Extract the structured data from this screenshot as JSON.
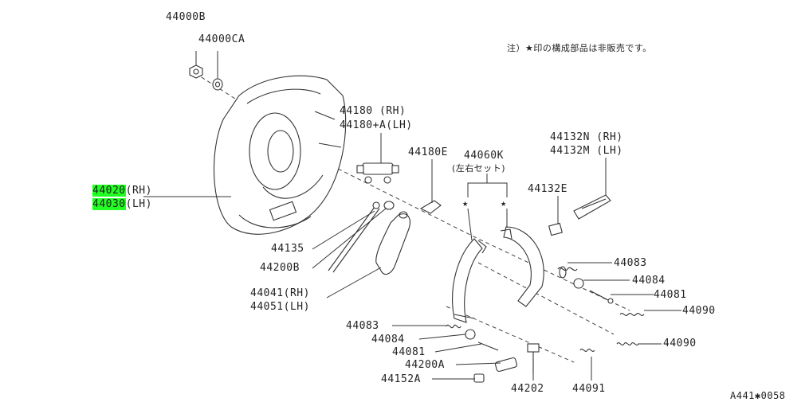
{
  "note": "注）★印の構成部品は非販売です。",
  "catalog_ref": "A441✱0058",
  "labels": {
    "p44000b": "44000B",
    "p44000ca": "44000CA",
    "p44180": "44180 (RH)",
    "p44180a": "44180+A(LH)",
    "p44180e": "44180E",
    "p44060k": "44060K",
    "p44060k_sub": "(左右セット)",
    "p44132n": "44132N (RH)",
    "p44132m": "44132M (LH)",
    "p44132e": "44132E",
    "p44020_code": "44020",
    "p44020_side": "(RH)",
    "p44030_code": "44030",
    "p44030_side": "(LH)",
    "p44135": "44135",
    "p44200b": "44200B",
    "p44041": "44041(RH)",
    "p44051": "44051(LH)",
    "p44083a": "44083",
    "p44084a": "44084",
    "p44081a": "44081",
    "p44090a": "44090",
    "p44090b": "44090",
    "p44083b": "44083",
    "p44084b": "44084",
    "p44081b": "44081",
    "p44200a": "44200A",
    "p44152a": "44152A",
    "p44202": "44202",
    "p44091": "44091"
  },
  "star_glyph": "★",
  "highlight_color": "#22ff22"
}
